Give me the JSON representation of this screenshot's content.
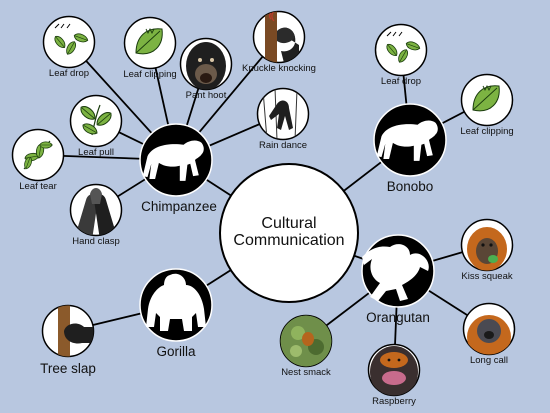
{
  "center": {
    "line1": "Cultural",
    "line2": "Communication"
  },
  "species": {
    "chimpanzee": "Chimpanzee",
    "bonobo": "Bonobo",
    "gorilla": "Gorilla",
    "orangutan": "Orangutan"
  },
  "behaviors": {
    "chimpanzee": {
      "leaf_drop": "Leaf drop",
      "leaf_clipping": "Leaf clipping",
      "pant_hoot": "Pant hoot",
      "knuckle_knocking": "Knuckle knocking",
      "leaf_pull": "Leaf pull",
      "leaf_tear": "Leaf tear",
      "rain_dance": "Rain dance",
      "hand_clasp": "Hand clasp"
    },
    "bonobo": {
      "leaf_drop": "Leaf drop",
      "leaf_clipping": "Leaf clipping"
    },
    "gorilla": {
      "tree_slap": "Tree slap"
    },
    "orangutan": {
      "kiss_squeak": "Kiss squeak",
      "long_call": "Long call",
      "raspberry": "Raspberry",
      "nest_smack": "Nest smack"
    }
  },
  "icons": {
    "leaf_drop": "leaves-falling-icon",
    "leaf_clipping": "clipped-leaf-icon",
    "pant_hoot": "chimp-face-icon",
    "knuckle_knocking": "knuckle-knock-icon",
    "leaf_pull": "leaf-stem-icon",
    "leaf_tear": "leaf-branch-icon",
    "rain_dance": "chimp-in-rain-icon",
    "hand_clasp": "hand-clasp-icon",
    "tree_slap": "hand-on-trunk-icon",
    "kiss_squeak": "orangutan-face-icon",
    "long_call": "orangutan-face-icon",
    "raspberry": "orangutan-lips-icon",
    "nest_smack": "nest-icon"
  },
  "colors": {
    "background": "#b8c7e0",
    "species_circle": "#000000",
    "node_circle": "#ffffff",
    "leaf_green": "#7cb342",
    "orangutan_orange": "#c4681d"
  }
}
